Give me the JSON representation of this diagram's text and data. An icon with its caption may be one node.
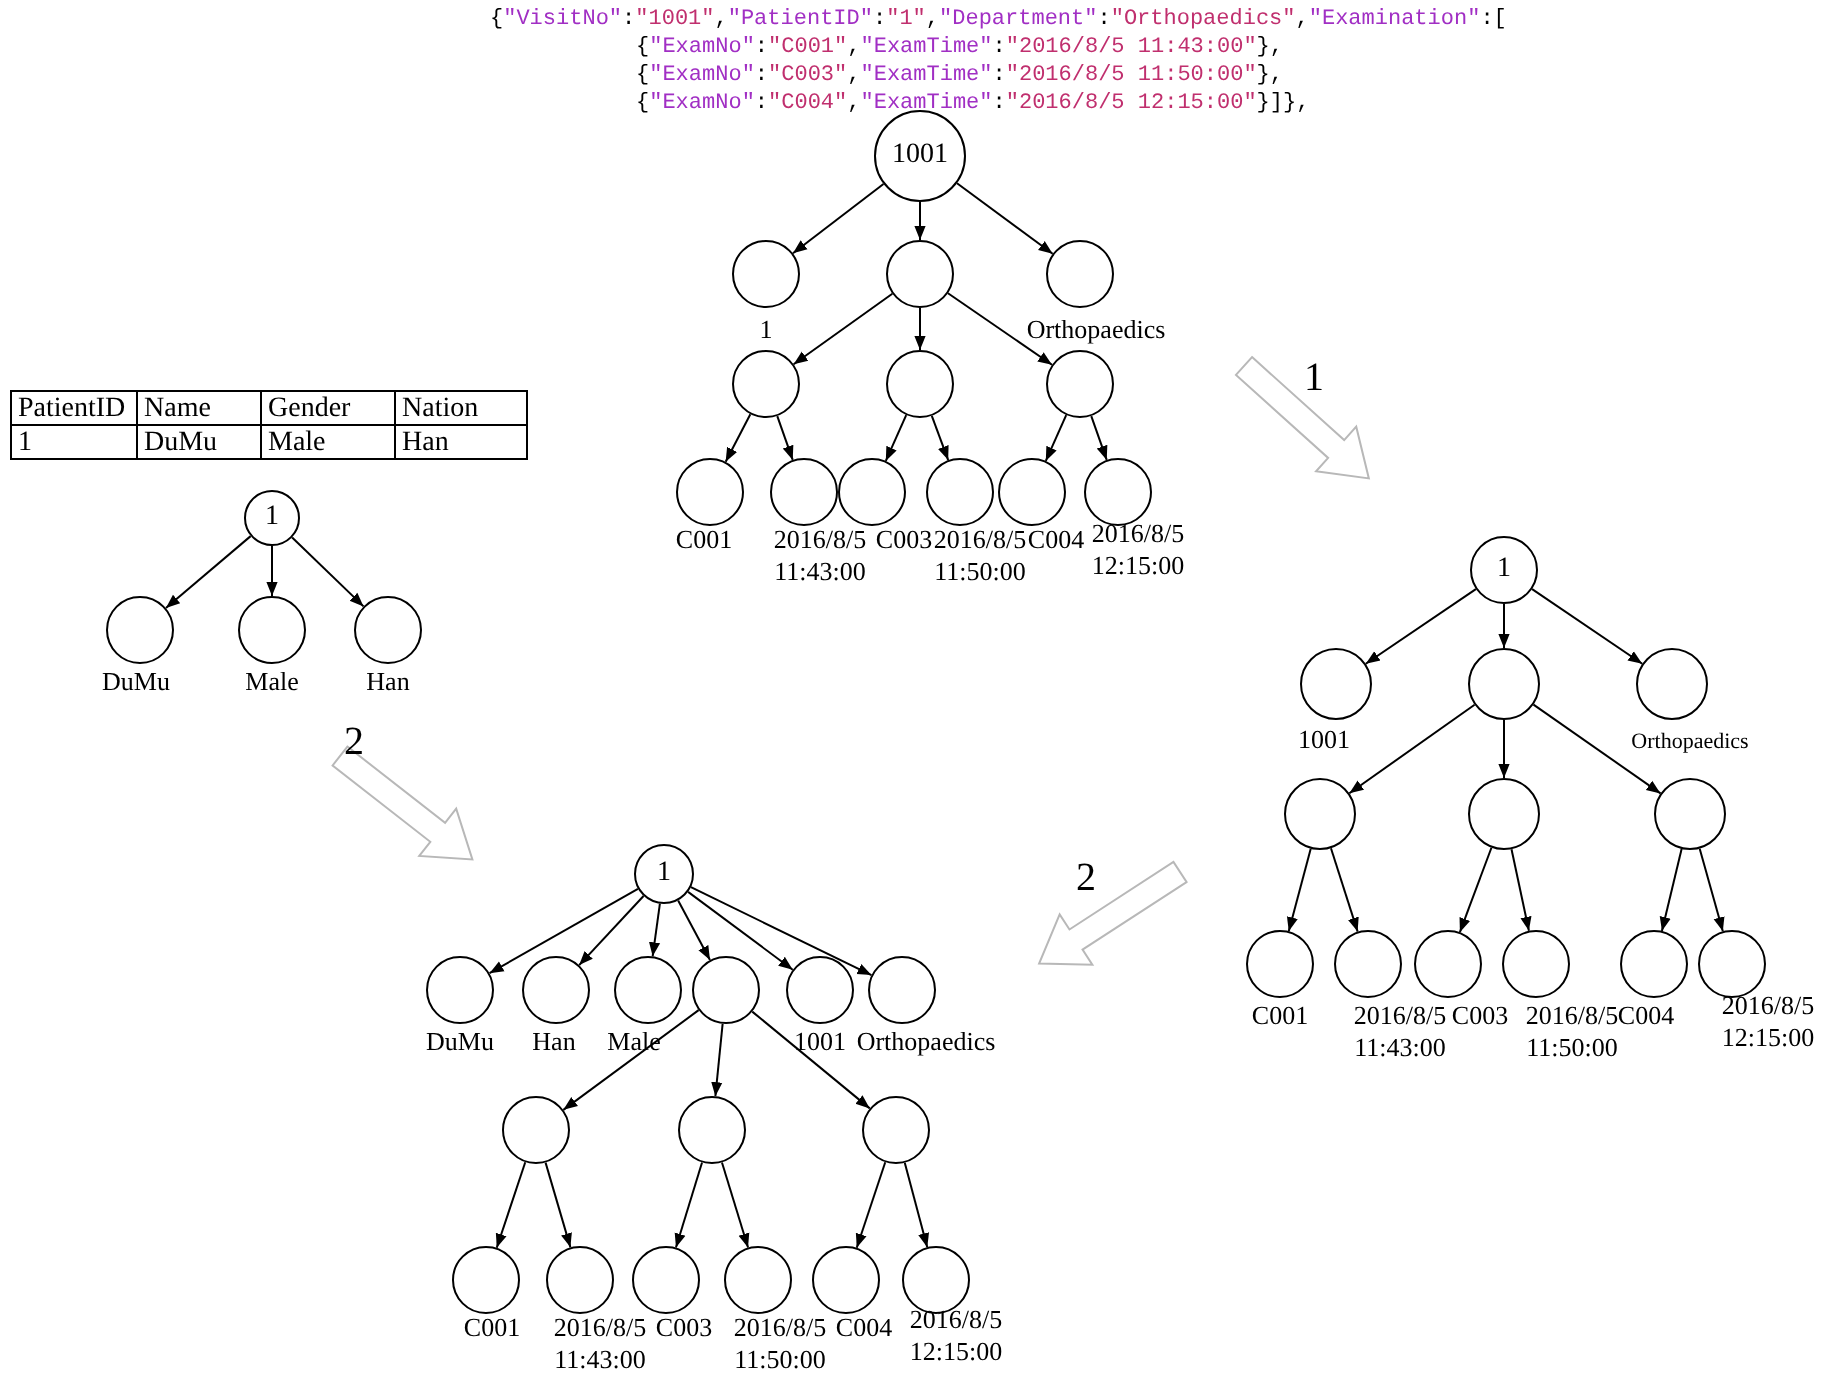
{
  "diagram": {
    "nodes": [
      {
        "text": [
          "1001"
        ]
      },
      {
        "text": [],
        "shape": "circle",
        "beside": [
          "1"
        ]
      },
      {
        "text": [],
        "shape": "circle"
      },
      {
        "text": [],
        "shape": "circle",
        "beside": [
          "Orthopaedics"
        ]
      },
      {
        "text": [],
        "shape": "circle"
      },
      {
        "text": [],
        "shape": "circle"
      },
      {
        "text": [],
        "shape": "circle"
      },
      {
        "text": [],
        "shape": "circle",
        "beside": [
          "C001"
        ]
      },
      {
        "text": [],
        "shape": "circle",
        "beside": [
          "2016/8/5 11:43:00"
        ]
      },
      {
        "text": [],
        "shape": "circle",
        "beside": [
          "C003"
        ]
      },
      {
        "text": [],
        "shape": "circle",
        "beside": [
          "2016/8/5 11:50:00"
        ]
      },
      {
        "text": [],
        "shape": "circle",
        "beside": [
          "C004"
        ]
      },
      {
        "text": [],
        "shape": "circle",
        "beside": [
          "2016/8/5 12:15:00"
        ]
      },
      {
        "text": [
          "1"
        ]
      },
      {
        "text": [],
        "shape": "circle",
        "beside": [
          "DuMu"
        ]
      },
      {
        "text": [],
        "shape": "circle",
        "beside": [
          "Male"
        ]
      },
      {
        "text": [],
        "shape": "circle",
        "beside": [
          "Han"
        ]
      },
      {
        "text": [
          "1"
        ]
      },
      {
        "text": [],
        "shape": "circle",
        "beside": [
          "1001"
        ]
      },
      {
        "text": [],
        "shape": "circle"
      },
      {
        "text": [],
        "shape": "circle",
        "beside": [
          "Orthopaedics"
        ]
      },
      {
        "text": [],
        "shape": "circle"
      },
      {
        "text": [],
        "shape": "circle"
      },
      {
        "text": [],
        "shape": "circle"
      },
      {
        "text": [],
        "shape": "circle",
        "beside": [
          "C001"
        ]
      },
      {
        "text": [],
        "shape": "circle",
        "beside": [
          "2016/8/5 11:43:00"
        ]
      },
      {
        "text": [],
        "shape": "circle",
        "beside": [
          "C003"
        ]
      },
      {
        "text": [],
        "shape": "circle",
        "beside": [
          "2016/8/5 11:50:00"
        ]
      },
      {
        "text": [],
        "shape": "circle",
        "beside": [
          "C004"
        ]
      },
      {
        "text": [],
        "shape": "circle",
        "beside": [
          "2016/8/5 12:15:00"
        ]
      },
      {
        "text": [
          "1"
        ]
      },
      {
        "text": [],
        "shape": "circle",
        "beside": [
          "DuMu"
        ]
      },
      {
        "text": [],
        "shape": "circle",
        "beside": [
          "Han"
        ]
      },
      {
        "text": [],
        "shape": "circle",
        "beside": [
          "Male"
        ]
      },
      {
        "text": [],
        "shape": "circle"
      },
      {
        "text": [],
        "shape": "circle",
        "beside": [
          "1001"
        ]
      },
      {
        "text": [],
        "shape": "circle",
        "beside": [
          "Orthopaedics"
        ]
      },
      {
        "text": [],
        "shape": "circle"
      },
      {
        "text": [],
        "shape": "circle"
      },
      {
        "text": [],
        "shape": "circle"
      },
      {
        "text": [],
        "shape": "circle",
        "beside": [
          "C001"
        ]
      },
      {
        "text": [],
        "shape": "circle",
        "beside": [
          "2016/8/5 11:43:00"
        ]
      },
      {
        "text": [],
        "shape": "circle",
        "beside": [
          "C003"
        ]
      },
      {
        "text": [],
        "shape": "circle",
        "beside": [
          "2016/8/5 11:50:00"
        ]
      },
      {
        "text": [],
        "shape": "circle",
        "beside": [
          "C004"
        ]
      },
      {
        "text": [],
        "shape": "circle",
        "beside": [
          "2016/8/5 12:15:00"
        ]
      }
    ],
    "edges": [
      {
        "from": 0,
        "to": 1,
        "arrow": "to"
      },
      {
        "from": 0,
        "to": 2,
        "arrow": "to"
      },
      {
        "from": 0,
        "to": 3,
        "arrow": "to"
      },
      {
        "from": 2,
        "to": 4,
        "arrow": "to"
      },
      {
        "from": 2,
        "to": 5,
        "arrow": "to"
      },
      {
        "from": 2,
        "to": 6,
        "arrow": "to"
      },
      {
        "from": 4,
        "to": 7,
        "arrow": "to"
      },
      {
        "from": 4,
        "to": 8,
        "arrow": "to"
      },
      {
        "from": 5,
        "to": 9,
        "arrow": "to"
      },
      {
        "from": 5,
        "to": 10,
        "arrow": "to"
      },
      {
        "from": 6,
        "to": 11,
        "arrow": "to"
      },
      {
        "from": 6,
        "to": 12,
        "arrow": "to"
      },
      {
        "from": 13,
        "to": 14,
        "arrow": "to"
      },
      {
        "from": 13,
        "to": 15,
        "arrow": "to"
      },
      {
        "from": 13,
        "to": 16,
        "arrow": "to"
      },
      {
        "from": 17,
        "to": 18,
        "arrow": "to"
      },
      {
        "from": 17,
        "to": 19,
        "arrow": "to"
      },
      {
        "from": 17,
        "to": 20,
        "arrow": "to"
      },
      {
        "from": 19,
        "to": 21,
        "arrow": "to"
      },
      {
        "from": 19,
        "to": 22,
        "arrow": "to"
      },
      {
        "from": 19,
        "to": 23,
        "arrow": "to"
      },
      {
        "from": 21,
        "to": 24,
        "arrow": "to"
      },
      {
        "from": 21,
        "to": 25,
        "arrow": "to"
      },
      {
        "from": 22,
        "to": 26,
        "arrow": "to"
      },
      {
        "from": 22,
        "to": 27,
        "arrow": "to"
      },
      {
        "from": 23,
        "to": 28,
        "arrow": "to"
      },
      {
        "from": 23,
        "to": 29,
        "arrow": "to"
      },
      {
        "from": 30,
        "to": 31,
        "arrow": "to"
      },
      {
        "from": 30,
        "to": 32,
        "arrow": "to"
      },
      {
        "from": 30,
        "to": 33,
        "arrow": "to"
      },
      {
        "from": 30,
        "to": 34,
        "arrow": "to"
      },
      {
        "from": 30,
        "to": 35,
        "arrow": "to"
      },
      {
        "from": 30,
        "to": 36,
        "arrow": "to"
      },
      {
        "from": 34,
        "to": 37,
        "arrow": "to"
      },
      {
        "from": 34,
        "to": 38,
        "arrow": "to"
      },
      {
        "from": 34,
        "to": 39,
        "arrow": "to"
      },
      {
        "from": 37,
        "to": 40,
        "arrow": "to"
      },
      {
        "from": 37,
        "to": 41,
        "arrow": "to"
      },
      {
        "from": 38,
        "to": 42,
        "arrow": "to"
      },
      {
        "from": 38,
        "to": 43,
        "arrow": "to"
      },
      {
        "from": 39,
        "to": 44,
        "arrow": "to"
      },
      {
        "from": 39,
        "to": 45,
        "arrow": "to"
      }
    ],
    "labels": [
      "{\"VisitNo\":\"1001\",\"PatientID\":\"1\",\"Department\":\"Orthopaedics\",\"Examination\":[",
      "{\"ExamNo\":\"C001\",\"ExamTime\":\"2016/8/5 11:43:00\"},",
      "{\"ExamNo\":\"C003\",\"ExamTime\":\"2016/8/5 11:50:00\"},",
      "{\"ExamNo\":\"C004\",\"ExamTime\":\"2016/8/5 12:15:00\"}]},",
      "PatientID",
      "Name",
      "Gender",
      "Nation",
      "1",
      "DuMu",
      "Male",
      "Han",
      "1",
      "2",
      "2"
    ]
  }
}
